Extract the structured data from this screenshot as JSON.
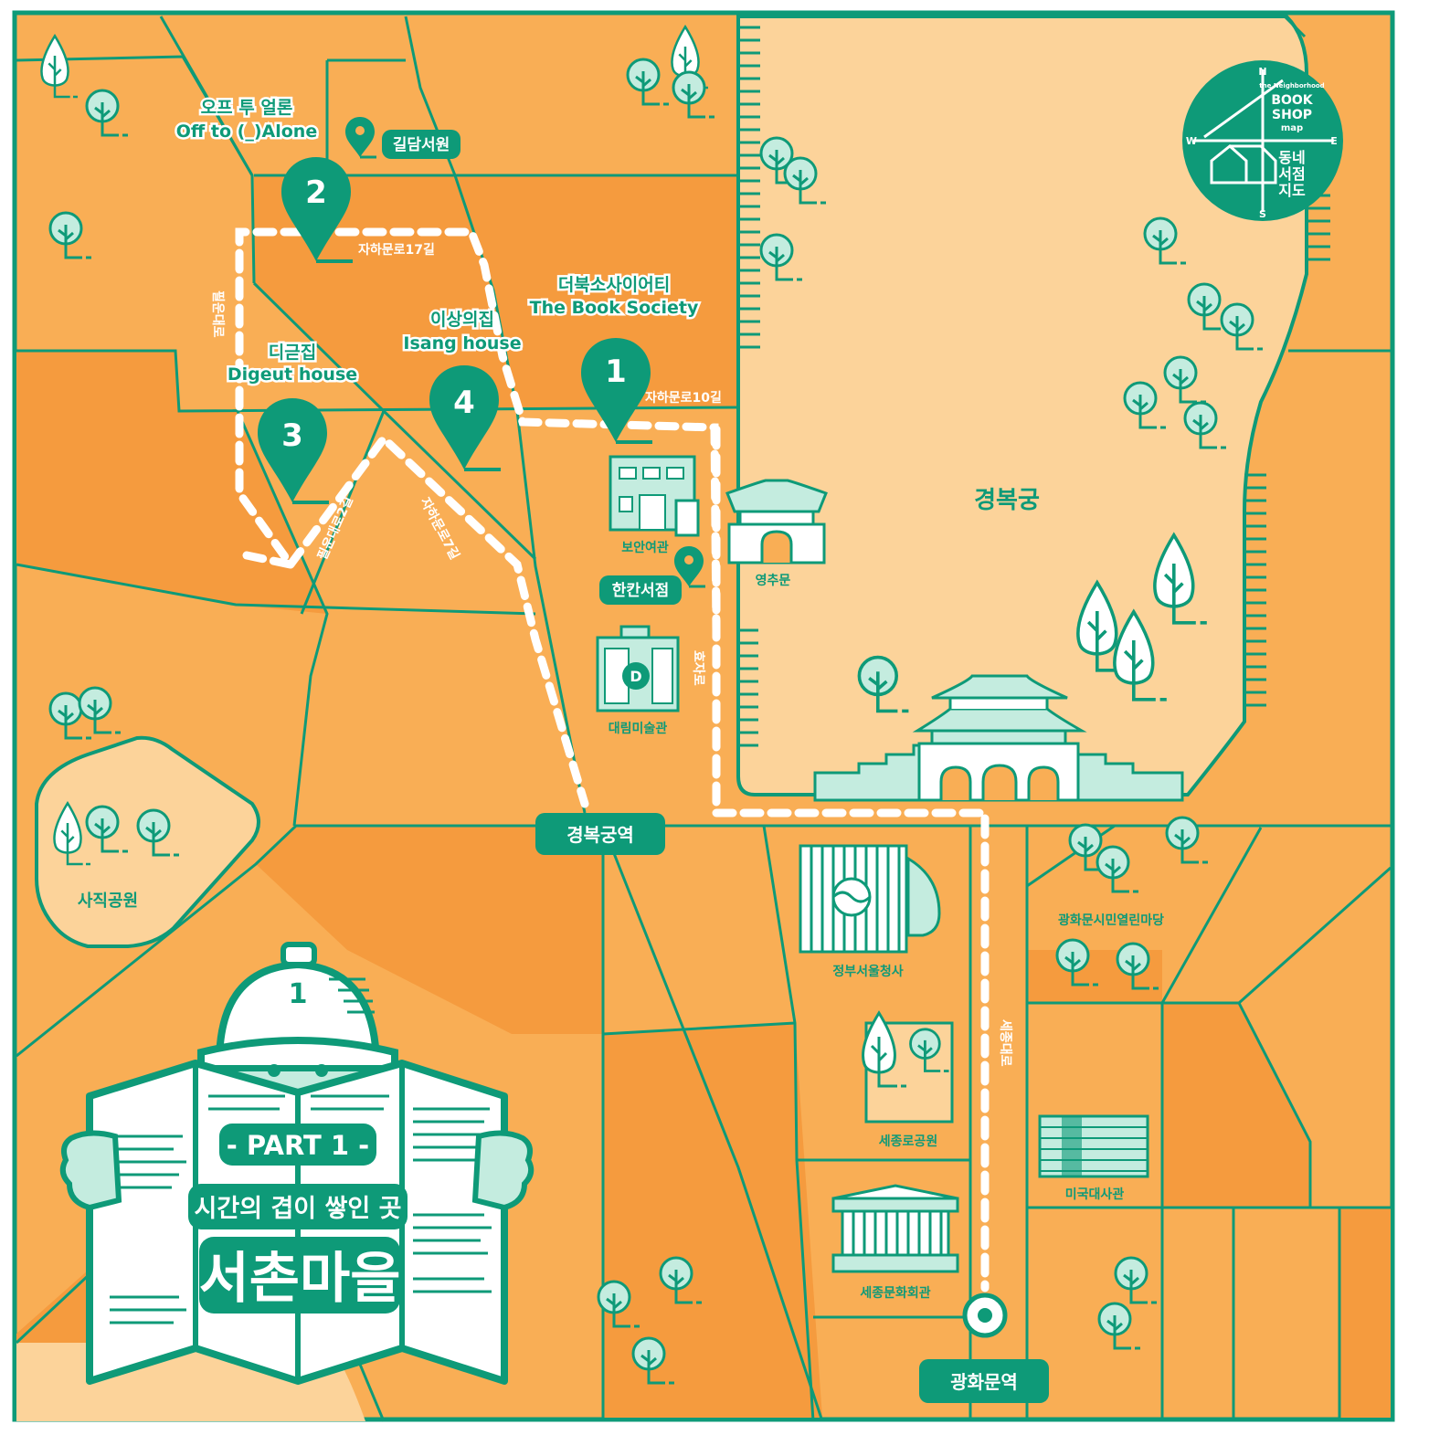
{
  "compass": {
    "n": "N",
    "s": "S",
    "e": "E",
    "w": "W",
    "title_small": "the Neighborhood",
    "title_book": "BOOK",
    "title_shop": "SHOP",
    "title_map": "map",
    "kr_line1": "동네",
    "kr_line2": "서점",
    "kr_line3": "지도"
  },
  "places": {
    "palace": "경복궁",
    "yeongchumun": "영추문",
    "boan": "보안여관",
    "hankan": "한칸서점",
    "daelim": "대림미술관",
    "gildam": "길담서원",
    "sajik_park": "사직공원",
    "gov_complex": "정부서울청사",
    "sejongro_park": "세종로공원",
    "sejong_center": "세종문화회관",
    "plaza": "광화문시민열린마당",
    "us_embassy": "미국대사관",
    "station_gyeongbok": "경복궁역",
    "station_gwanghwamun": "광화문역"
  },
  "stops": [
    {
      "num": "1",
      "kr": "더북소사이어티",
      "en": "The Book Society"
    },
    {
      "num": "2",
      "kr": "오프 투 얼론",
      "en": "Off to (_)Alone"
    },
    {
      "num": "3",
      "kr": "디귿집",
      "en": "Digeut house"
    },
    {
      "num": "4",
      "kr": "이상의집",
      "en": "Isang house"
    }
  ],
  "roads": {
    "r17": "자하문로17길",
    "r10": "자하문로10길",
    "r7": "자하문로7길",
    "pilun2": "필운대로2길",
    "pilun": "필운대로",
    "hyoja": "효자로",
    "sejong": "세종대로"
  },
  "poster": {
    "helmet_num": "1",
    "part": "- PART 1 -",
    "subtitle": "시간의 겹이 쌓인 곳",
    "title": "서촌마을"
  },
  "colors": {
    "orange": "#f9ae55",
    "orange_dark": "#f59b3e",
    "palace": "#fcd39a",
    "green": "#0e9a78",
    "mint": "#c4ecdf"
  }
}
